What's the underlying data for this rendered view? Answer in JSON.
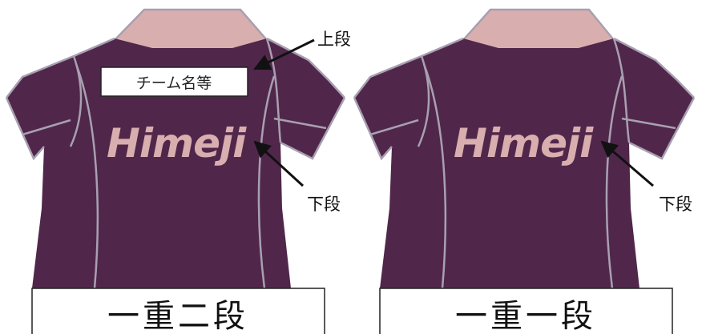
{
  "colors": {
    "body": "#50274b",
    "collar": "#d9aeae",
    "seam": "#a8a0b0",
    "print": "#d9aeae"
  },
  "panels": [
    {
      "team_box_label": "チーム名等",
      "brand_text": "Himeji",
      "callout_upper": "上段",
      "callout_lower": "下段",
      "caption": "一重二段"
    },
    {
      "brand_text": "Himeji",
      "callout_lower": "下段",
      "caption": "一重一段"
    }
  ]
}
